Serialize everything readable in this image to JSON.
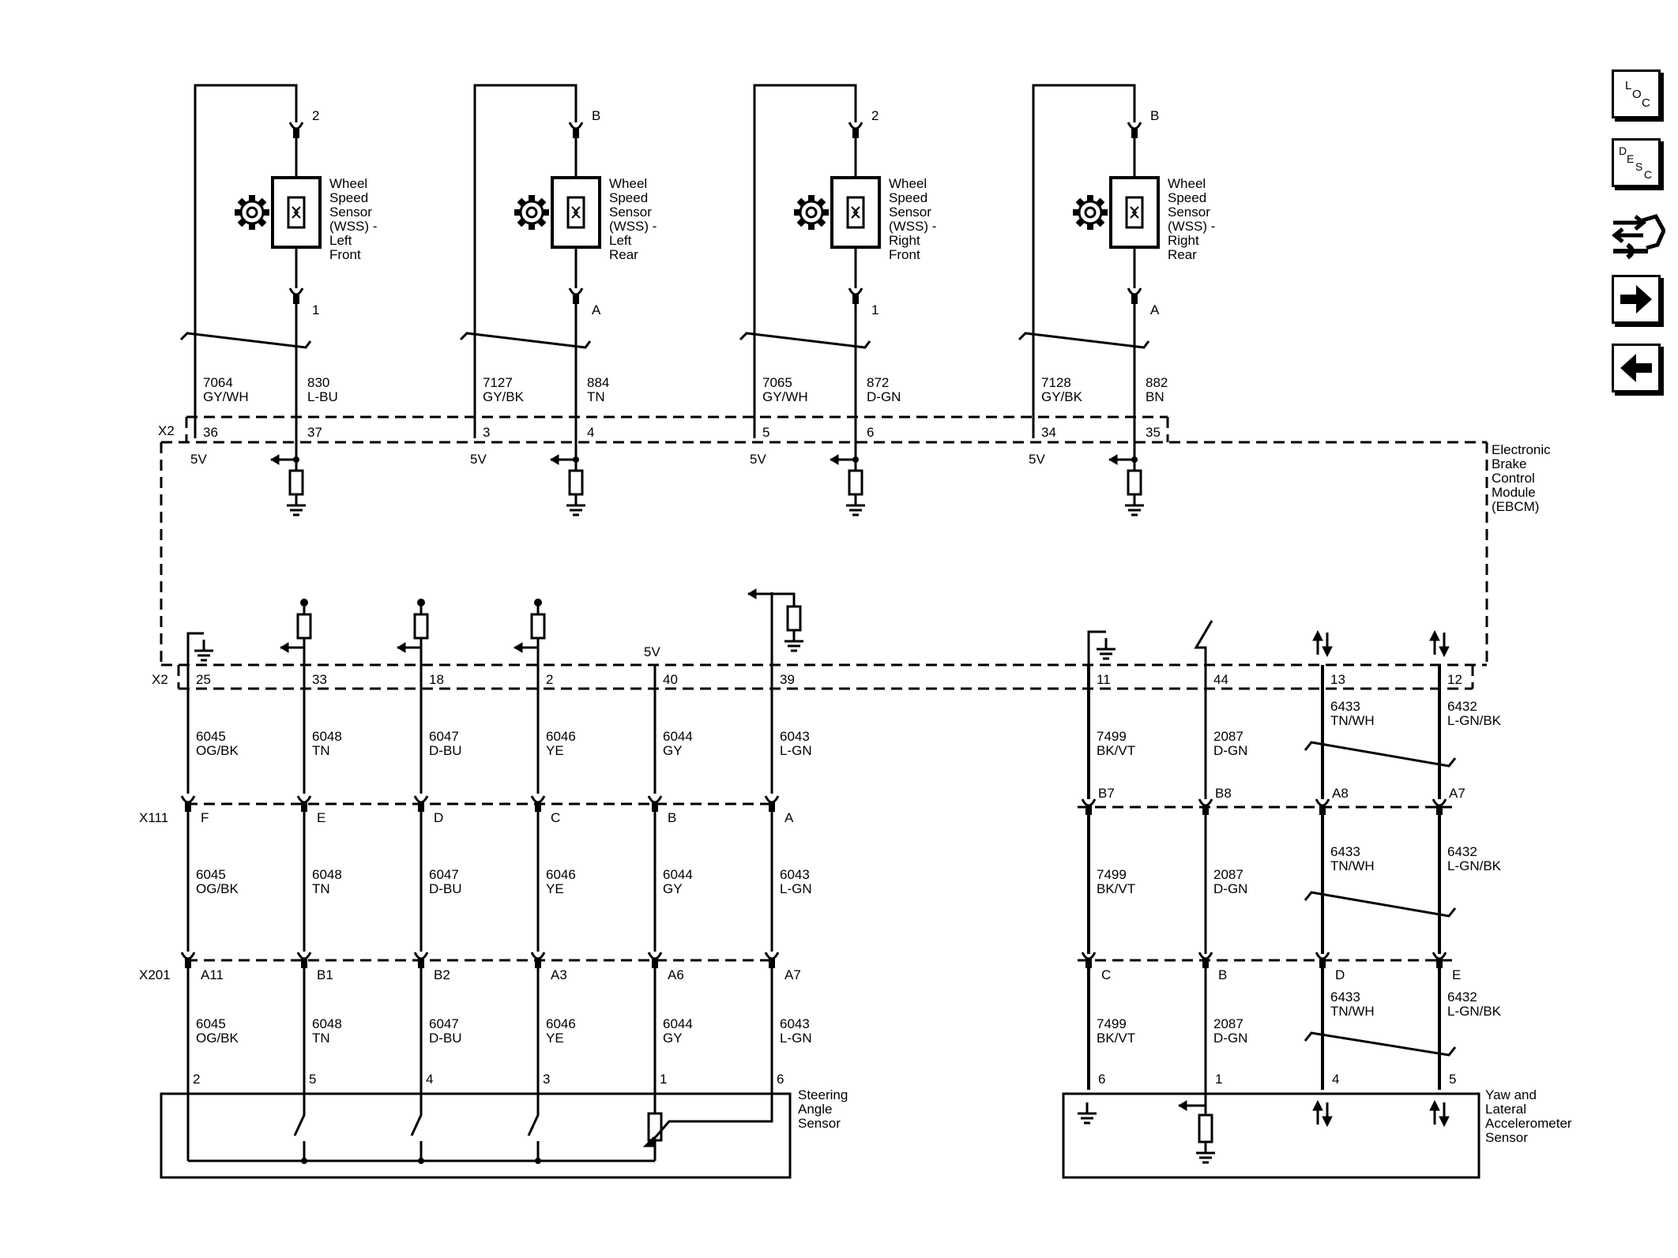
{
  "wheel_sensors": [
    {
      "title_lines": [
        "Wheel",
        "Speed",
        "Sensor",
        "(WSS) -",
        "Left",
        "Front"
      ],
      "pin_top": "2",
      "pin_bottom": "1",
      "wire_a_num": "7064",
      "wire_a_color": "GY/WH",
      "wire_b_num": "830",
      "wire_b_color": "L-BU",
      "ebcm_pin_a": "36",
      "ebcm_pin_b": "37",
      "ref_voltage": "5V"
    },
    {
      "title_lines": [
        "Wheel",
        "Speed",
        "Sensor",
        "(WSS) -",
        "Left",
        "Rear"
      ],
      "pin_top": "B",
      "pin_bottom": "A",
      "wire_a_num": "7127",
      "wire_a_color": "GY/BK",
      "wire_b_num": "884",
      "wire_b_color": "TN",
      "ebcm_pin_a": "3",
      "ebcm_pin_b": "4",
      "ref_voltage": "5V"
    },
    {
      "title_lines": [
        "Wheel",
        "Speed",
        "Sensor",
        "(WSS) -",
        "Right",
        "Front"
      ],
      "pin_top": "2",
      "pin_bottom": "1",
      "wire_a_num": "7065",
      "wire_a_color": "GY/WH",
      "wire_b_num": "872",
      "wire_b_color": "D-GN",
      "ebcm_pin_a": "5",
      "ebcm_pin_b": "6",
      "ref_voltage": "5V"
    },
    {
      "title_lines": [
        "Wheel",
        "Speed",
        "Sensor",
        "(WSS) -",
        "Right",
        "Rear"
      ],
      "pin_top": "B",
      "pin_bottom": "A",
      "wire_a_num": "7128",
      "wire_a_color": "GY/BK",
      "wire_b_num": "882",
      "wire_b_color": "BN",
      "ebcm_pin_a": "34",
      "ebcm_pin_b": "35",
      "ref_voltage": "5V"
    }
  ],
  "ebcm": {
    "label_lines": [
      "Electronic",
      "Brake",
      "Control",
      "Module",
      "(EBCM)"
    ],
    "connector": "X2"
  },
  "steering_circuits": [
    {
      "ebcm_pin": "25",
      "wire_num": "6045",
      "wire_color": "OG/BK",
      "x111_pin": "F",
      "x201_pin": "A11",
      "sensor_pin": "2"
    },
    {
      "ebcm_pin": "33",
      "wire_num": "6048",
      "wire_color": "TN",
      "x111_pin": "E",
      "x201_pin": "B1",
      "sensor_pin": "5"
    },
    {
      "ebcm_pin": "18",
      "wire_num": "6047",
      "wire_color": "D-BU",
      "x111_pin": "D",
      "x201_pin": "B2",
      "sensor_pin": "4"
    },
    {
      "ebcm_pin": "2",
      "wire_num": "6046",
      "wire_color": "YE",
      "x111_pin": "C",
      "x201_pin": "A3",
      "sensor_pin": "3"
    },
    {
      "ebcm_pin": "40",
      "wire_num": "6044",
      "wire_color": "GY",
      "x111_pin": "B",
      "x201_pin": "A6",
      "sensor_pin": "1"
    },
    {
      "ebcm_pin": "39",
      "wire_num": "6043",
      "wire_color": "L-GN",
      "x111_pin": "A",
      "x201_pin": "A7",
      "sensor_pin": "6"
    }
  ],
  "ebcm_5v_label": "5V",
  "yaw_circuits": [
    {
      "ebcm_pin": "11",
      "wire_num": "7499",
      "wire_color": "BK/VT",
      "x111_pin": "B7",
      "x201_pin": "C",
      "sensor_pin": "6"
    },
    {
      "ebcm_pin": "44",
      "wire_num": "2087",
      "wire_color": "D-GN",
      "x111_pin": "B8",
      "x201_pin": "B",
      "sensor_pin": "1"
    },
    {
      "ebcm_pin": "13",
      "wire_num": "6433",
      "wire_color": "TN/WH",
      "x111_pin": "A8",
      "x201_pin": "D",
      "sensor_pin": "4"
    },
    {
      "ebcm_pin": "12",
      "wire_num": "6432",
      "wire_color": "L-GN/BK",
      "x111_pin": "A7",
      "x201_pin": "E",
      "sensor_pin": "5"
    }
  ],
  "connectors": {
    "x111": "X111",
    "x201": "X201",
    "x2": "X2"
  },
  "steering_sensor_label_lines": [
    "Steering",
    "Angle",
    "Sensor"
  ],
  "yaw_sensor_label_lines": [
    "Yaw and",
    "Lateral",
    "Accelerometer",
    "Sensor"
  ],
  "nav_buttons": [
    {
      "name": "loc-button",
      "letters": [
        "L",
        "O",
        "C"
      ]
    },
    {
      "name": "desc-button",
      "letters": [
        "D",
        "E",
        "S",
        "C"
      ]
    },
    {
      "name": "connector-list-icon"
    },
    {
      "name": "next-page-button"
    },
    {
      "name": "previous-page-button"
    }
  ]
}
